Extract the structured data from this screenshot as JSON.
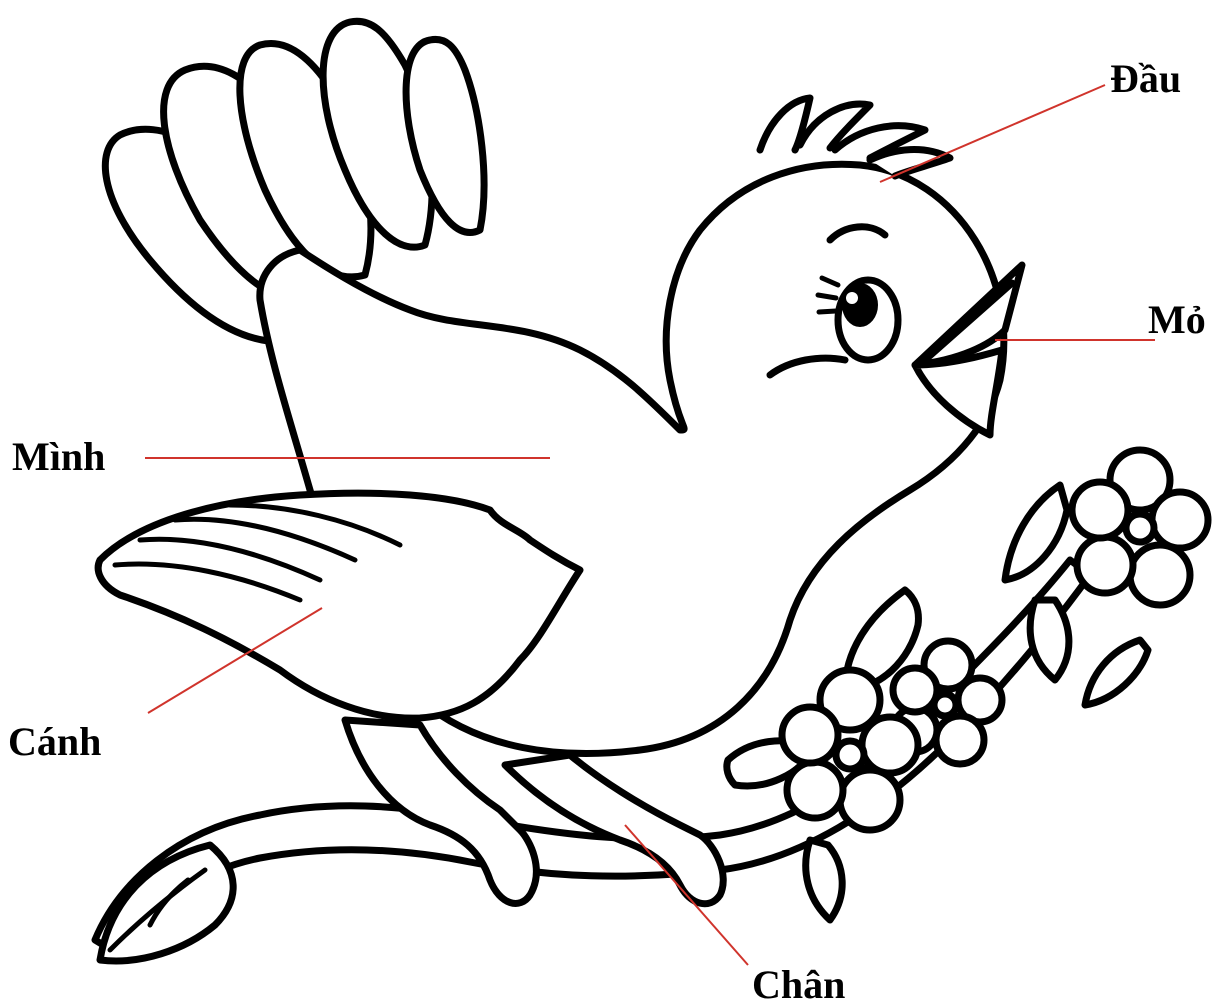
{
  "labels": {
    "head": "Đầu",
    "beak": "Mỏ",
    "body": "Mình",
    "wing": "Cánh",
    "legs": "Chân"
  },
  "colors": {
    "leader_line": "#d0342c",
    "ink": "#000000",
    "background": "#ffffff"
  }
}
